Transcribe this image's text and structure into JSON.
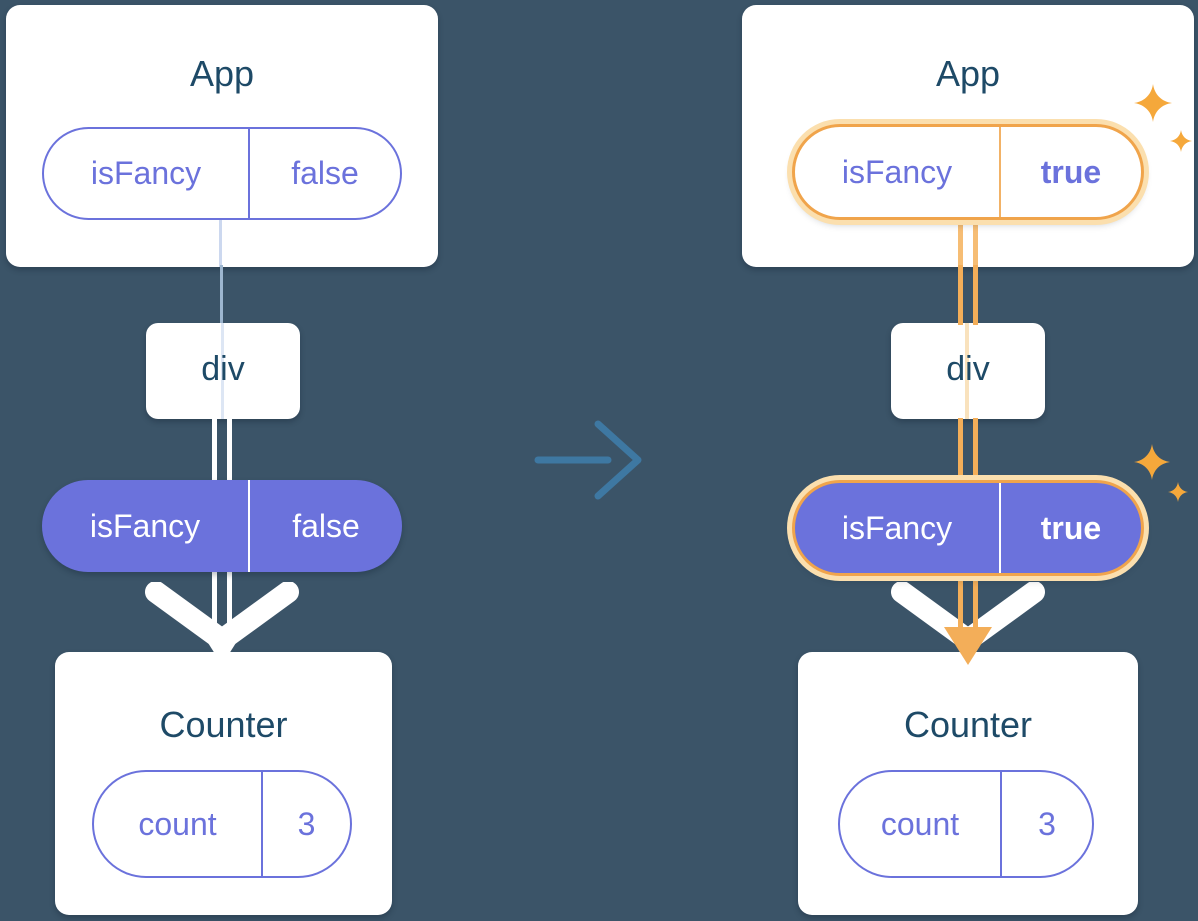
{
  "colors": {
    "background": "#3b5468",
    "card": "#ffffff",
    "title_text": "#1e4a67",
    "purple": "#6b72dc",
    "highlight_orange": "#f0a44b",
    "highlight_glow": "#fbdfae",
    "sparkle": "#f5a83b",
    "flow_white": "#ffffff",
    "flow_orange": "#f3ae59",
    "transition_arrow_blue": "#3e78a2"
  },
  "icons": {
    "sparkle": "four-point-star",
    "transition_arrow": "right-arrow",
    "flow_arrow": "down-arrow",
    "chevron": "down-chevron"
  },
  "left": {
    "app": {
      "title": "App",
      "pill": {
        "key": "isFancy",
        "value": "false"
      }
    },
    "div_node": {
      "label": "div"
    },
    "state_pill": {
      "key": "isFancy",
      "value": "false"
    },
    "counter": {
      "title": "Counter",
      "pill": {
        "key": "count",
        "value": "3"
      }
    }
  },
  "right": {
    "app": {
      "title": "App",
      "pill": {
        "key": "isFancy",
        "value": "true"
      }
    },
    "div_node": {
      "label": "div"
    },
    "state_pill": {
      "key": "isFancy",
      "value": "true"
    },
    "counter": {
      "title": "Counter",
      "pill": {
        "key": "count",
        "value": "3"
      }
    }
  }
}
